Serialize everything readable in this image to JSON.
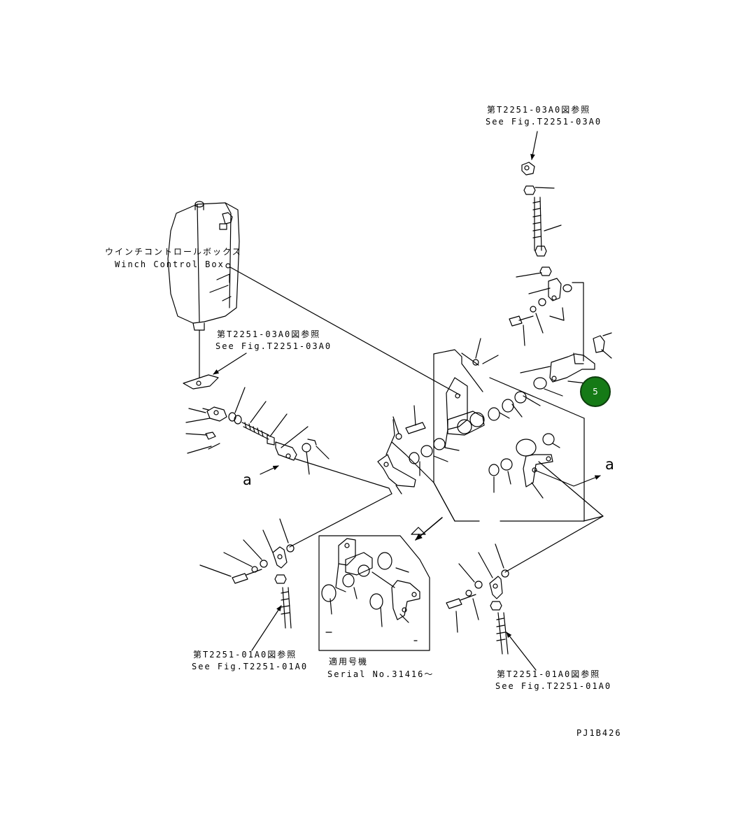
{
  "refs": {
    "top": {
      "jp": "第T2251-03A0図参照",
      "en": "See Fig.T2251-03A0"
    },
    "box_side": {
      "jp": "第T2251-03A0図参照",
      "en": "See Fig.T2251-03A0"
    },
    "bottom_left": {
      "jp": "第T2251-01A0図参照",
      "en": "See Fig.T2251-01A0"
    },
    "bottom_right": {
      "jp": "第T2251-01A0図参照",
      "en": "See Fig.T2251-01A0"
    }
  },
  "winch_box": {
    "jp": "ウインチコントロールボックス",
    "en": "Winch Control Box"
  },
  "serial": {
    "jp": "適用号機",
    "en": "Serial No.31416〜"
  },
  "markers": {
    "a_left": "a",
    "a_right": "a"
  },
  "callout": {
    "number": "5",
    "color": "#157a16"
  },
  "drawing_id": "PJ1B426",
  "line_color": "#000000"
}
